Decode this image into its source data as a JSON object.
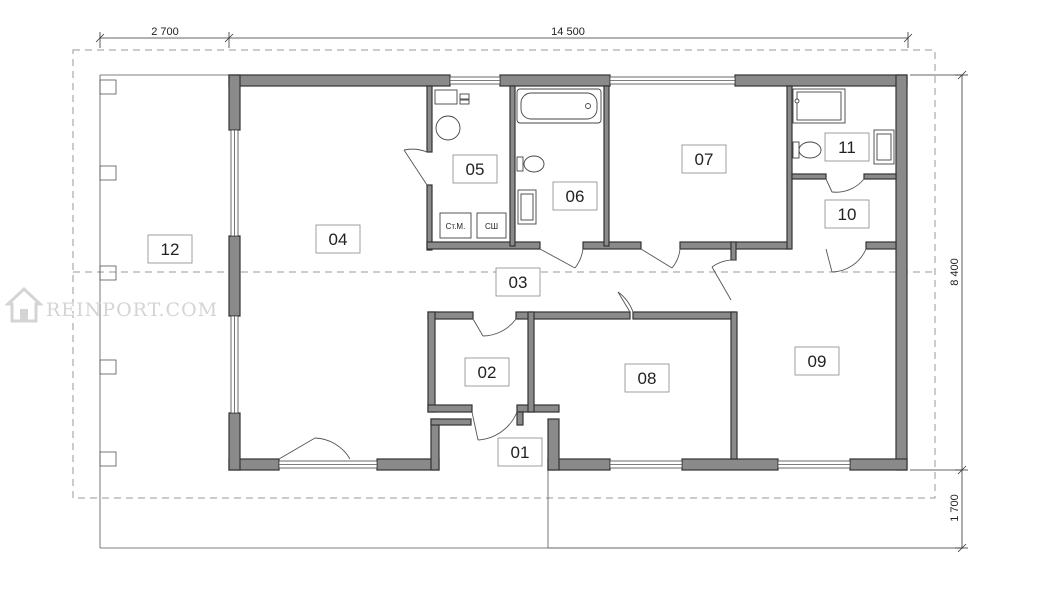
{
  "dimensions": {
    "top_left": "2 700",
    "top_main": "14 500",
    "right_main": "8 400",
    "right_lower": "1 700"
  },
  "rooms": [
    "01",
    "02",
    "03",
    "04",
    "05",
    "06",
    "07",
    "08",
    "09",
    "10",
    "11",
    "12"
  ],
  "fixtures": {
    "washer": "Ст.М.",
    "dryer": "СШ"
  },
  "watermark": {
    "text": "REINPORT.COM"
  }
}
